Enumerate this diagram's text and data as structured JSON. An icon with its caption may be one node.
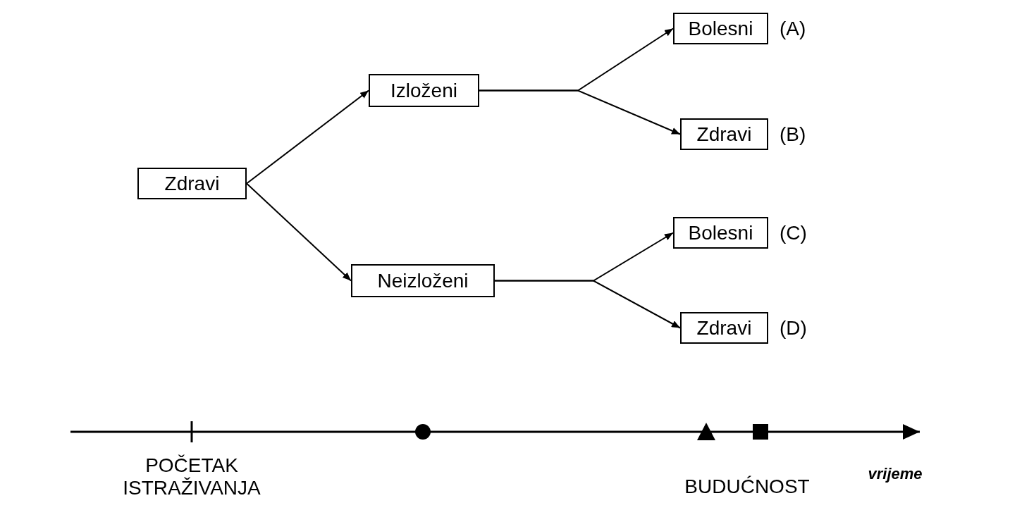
{
  "diagram": {
    "nodes": [
      {
        "text": [
          "Zdravi"
        ]
      },
      {
        "text": [
          "Izloženi"
        ]
      },
      {
        "text": [
          "Neizloženi"
        ]
      },
      {
        "text": [
          "Bolesni"
        ],
        "beside": [
          "(A)"
        ]
      },
      {
        "text": [
          "Zdravi"
        ],
        "beside": [
          "(B)"
        ]
      },
      {
        "text": [
          "Bolesni"
        ],
        "beside": [
          "(C)"
        ]
      },
      {
        "text": [
          "Zdravi"
        ],
        "beside": [
          "(D)"
        ]
      }
    ],
    "edges": [
      {
        "from": 0,
        "to": 1,
        "arrow": "to"
      },
      {
        "from": 0,
        "to": 2,
        "arrow": "to"
      },
      {
        "from": 1,
        "to": 3,
        "arrow": "to"
      },
      {
        "from": 1,
        "to": 4,
        "arrow": "to"
      },
      {
        "from": 2,
        "to": 5,
        "arrow": "to"
      },
      {
        "from": 2,
        "to": 6,
        "arrow": "to"
      }
    ],
    "labels": [
      "POČETAK ISTRAŽIVANJA",
      "BUDUĆNOST",
      "vrijeme"
    ]
  }
}
